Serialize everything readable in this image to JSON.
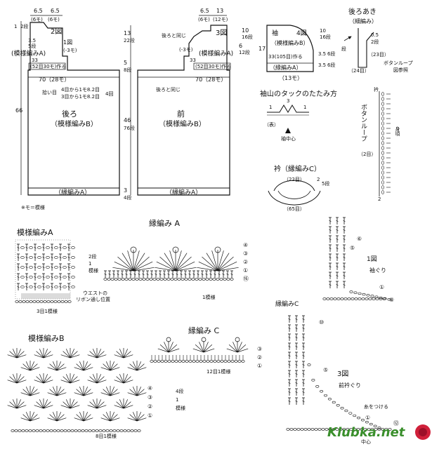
{
  "fig2": {
    "title": "2図",
    "top_left": "6.5",
    "top_right": "6.5",
    "top_left_stitch": "(6モ)",
    "top_right_stitch": "(6モ)",
    "side_top": "1",
    "side_row": "2段",
    "shoulder_dim": "3.5",
    "shoulder_row": "5段",
    "pattern_a_top": "(模様編みA)",
    "fig1_ref": "1図",
    "dec": "(-3モ)",
    "width_33": "33",
    "width_33_note": "(52目30モ)作る",
    "width_70": "70（28モ）",
    "side_66": "66",
    "back_label": "後ろ",
    "back_pattern": "（模様編みB）",
    "pickup_1": "4目から1モ8.2目",
    "pickup_2": "3目から1モ8.2目",
    "pickup_head": "拾い目",
    "pickup_rows": "4回",
    "hem": "（縁編みA）",
    "legend": "※モ＝模様"
  },
  "fig3": {
    "title": "3図",
    "top_left": "6.5",
    "top_right": "13",
    "top_left_stitch": "(6モ)",
    "top_right_stitch": "(12モ)",
    "same_as_back": "後ろと同じ",
    "pattern_a": "(模様編みA)",
    "dec": "(-3モ)",
    "right_1": "10",
    "right_1_row": "16段",
    "right_2": "6",
    "right_2_row": "12段",
    "width_33": "33",
    "width_33_note": "(52目30モ)作る",
    "width_70": "70（28モ）",
    "same2": "後ろと同じ",
    "front_label": "前",
    "front_pattern": "（模様編みB）",
    "hem": "（縁編みA）"
  },
  "center_dims": {
    "d13": "13",
    "d13_row": "22段",
    "d5": "5",
    "d5_row": "8段",
    "d46": "46",
    "d46_row": "76段",
    "d3": "3",
    "d3_row": "4段"
  },
  "sleeve": {
    "title": "4図",
    "label": "袖",
    "pattern": "（模様編みB）",
    "side_17": "17",
    "r1": "10",
    "r1_row": "16段",
    "r2": "3.5",
    "r2_row": "6段",
    "r3": "3.5",
    "r3_row": "6段",
    "note": "33(105目)作る",
    "edge": "（縁編みA）",
    "bottom": "（13モ）"
  },
  "back_opening": {
    "title": "後ろあき",
    "sub": "（細編み）",
    "dim_05": "0.5",
    "dim_2": "2段",
    "dim_23": "（23目）",
    "dim_24": "（24目）",
    "note1": "ボタンループ",
    "note2": "図参照",
    "side_row": "段"
  },
  "tuck": {
    "title": "袖山のタックのたたみ方",
    "d1": "1",
    "d3": "3",
    "d1b": "1",
    "omote": "（表）",
    "center": "袖中心"
  },
  "button_loop": {
    "label": "ボタンループ",
    "sub": "（2目）",
    "collar": "衿",
    "body": "身頃",
    "n2": "2"
  },
  "collar": {
    "title": "衿（縁編みC）",
    "top": "（22目）",
    "dim": "2",
    "row": "5段",
    "bottom": "（65目）"
  },
  "pat_a": {
    "title": "模様編みA",
    "rows": "2段",
    "one": "1",
    "repeat": "模様",
    "waist": "ウエストの",
    "ribbon": "リボン通し位置",
    "bottom": "3目1模様"
  },
  "edge_a": {
    "title": "縁編み A",
    "nums": [
      "④",
      "③",
      "②",
      "①",
      "⑯"
    ],
    "bottom": "1模様"
  },
  "fig1_edge": {
    "title": "1図",
    "sub": "袖ぐり",
    "nums": [
      "⑥",
      "⑤",
      "①",
      "⑧"
    ]
  },
  "pat_b": {
    "title": "模様編みB",
    "nums": [
      "④",
      "③",
      "②",
      "①"
    ],
    "rows": "4段",
    "one": "1",
    "repeat": "模様",
    "bottom": "8目1模様"
  },
  "edge_c": {
    "title": "縁編み C",
    "nums": [
      "③",
      "②",
      "①"
    ],
    "bottom": "12目1模様"
  },
  "fig3_edge": {
    "title": "縁編みC",
    "fig": "3図",
    "sub": "前衿ぐり",
    "nums": [
      "⑩",
      "⑤",
      "①",
      "⑫"
    ],
    "thread": "糸をつける",
    "center": "中心"
  },
  "watermark": "Klubka.net",
  "colors": {
    "ink": "#111111",
    "mark": "#cccccc",
    "wm_green": "#3a8f2c",
    "wm_red": "#d0203a"
  }
}
